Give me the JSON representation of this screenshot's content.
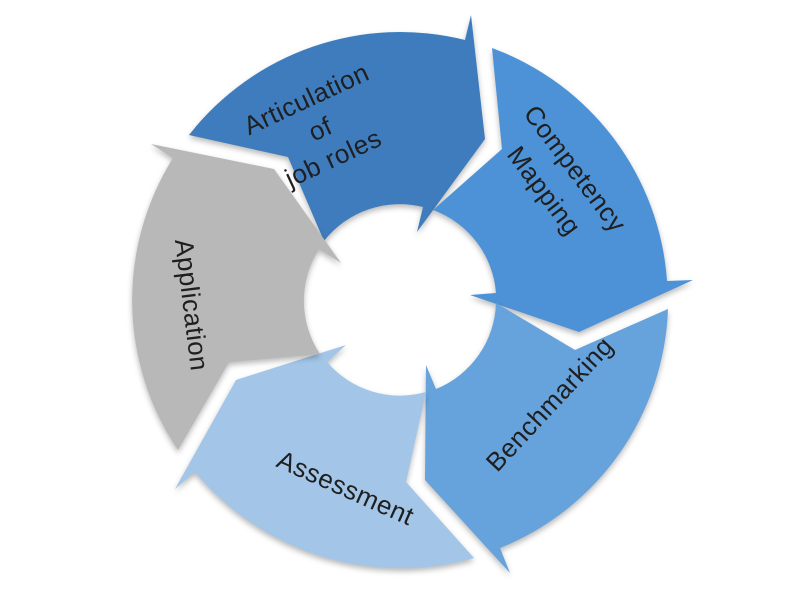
{
  "diagram": {
    "type": "cycle",
    "flow": "clockwise",
    "background": "#ffffff",
    "text_color": "#1f1f1f",
    "segment_count": 5,
    "segments": [
      {
        "id": "articulation",
        "color": "#3e7cbd",
        "label": "Articulation of job roles",
        "label_lines": [
          "Articulation",
          "of",
          "job roles"
        ]
      },
      {
        "id": "competency",
        "color": "#4d92d6",
        "label": "Competency Mapping",
        "label_lines": [
          "Competency",
          "Mapping"
        ]
      },
      {
        "id": "benchmarking",
        "color": "#66a3dc",
        "label": "Benchmarking",
        "label_lines": [
          "Benchmarking"
        ]
      },
      {
        "id": "assessment",
        "color": "#a3c6e8",
        "label": "Assessment",
        "label_lines": [
          "Assessment"
        ]
      },
      {
        "id": "application",
        "color": "#b8b8b8",
        "label": "Application",
        "label_lines": [
          "Application"
        ]
      }
    ]
  }
}
